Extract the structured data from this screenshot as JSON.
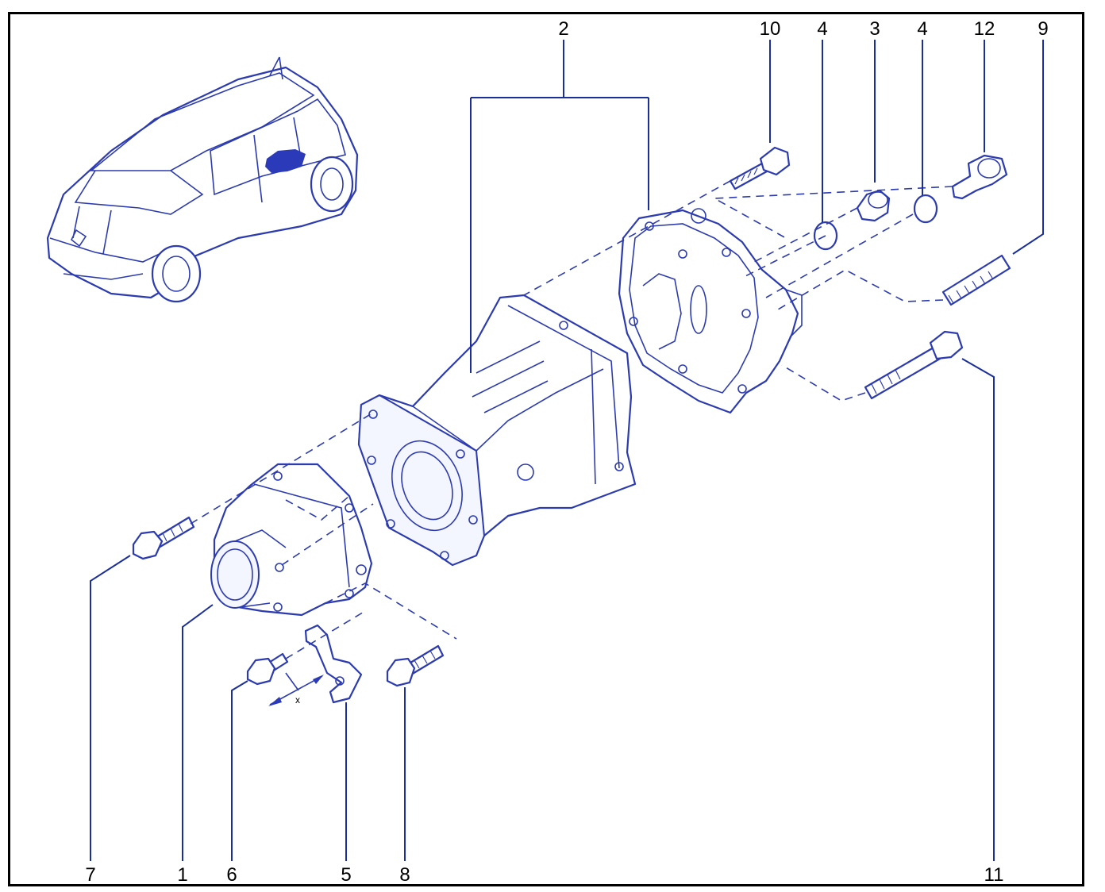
{
  "diagram": {
    "colors": {
      "line": "#2c3bb0",
      "leader": "#1b2f9a",
      "text": "#000000",
      "frame": "#000000"
    },
    "callouts": {
      "c1": "1",
      "c2": "2",
      "c3": "3",
      "c4a": "4",
      "c4b": "4",
      "c5": "5",
      "c6": "6",
      "c7": "7",
      "c8": "8",
      "c9": "9",
      "c10": "10",
      "c11": "11",
      "c12": "12"
    },
    "dimension_label": "x",
    "icons": [
      "vehicle-locator-icon",
      "differential-housing-icon",
      "rear-cover-icon",
      "front-cover-icon",
      "bolt-icon",
      "bracket-icon",
      "seal-ring-icon",
      "plug-icon",
      "stud-icon"
    ]
  }
}
